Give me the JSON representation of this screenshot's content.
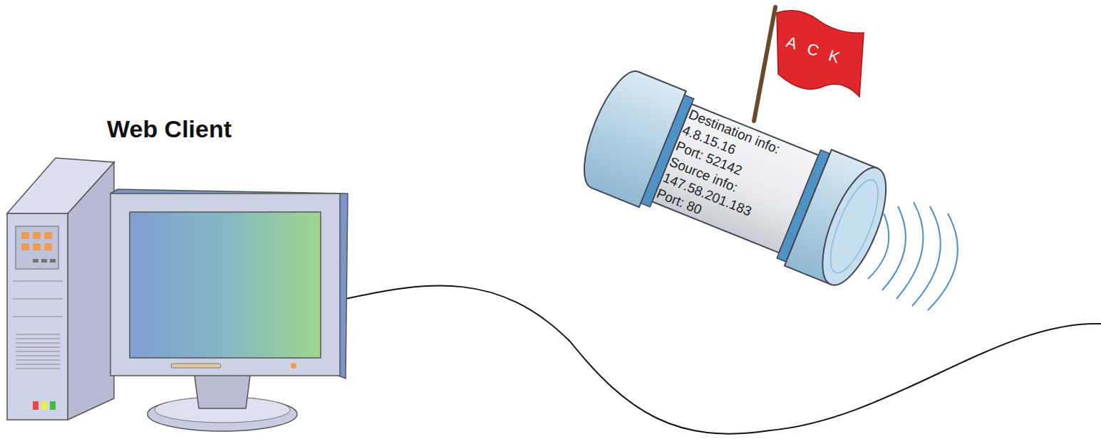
{
  "diagram": {
    "nodes": [
      {
        "text": [
          "Destination info:",
          "4.8.15.16",
          "Port: 52142",
          "Source info:",
          "147.58.201.183",
          "Port: 80"
        ]
      },
      {
        "text": [
          "ACK"
        ]
      }
    ],
    "labels": [
      "Web Client"
    ]
  }
}
